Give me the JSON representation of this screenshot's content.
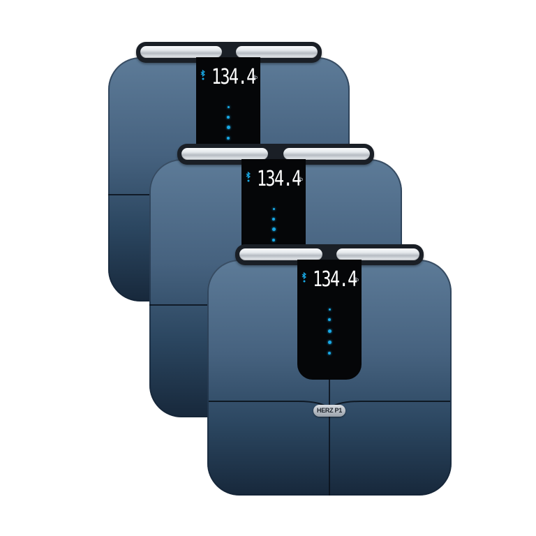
{
  "product": {
    "weight_reading": "134.4",
    "unit": "lb",
    "brand_label": "HERZ P1",
    "icon": "bluetooth-icon",
    "indicator_color": "#18a9e6",
    "body_color_top": "#5d7b98",
    "body_color_bottom": "#17283b"
  },
  "scales": [
    {
      "reading": "134.4",
      "unit": "lb"
    },
    {
      "reading": "134.4",
      "unit": "lb"
    },
    {
      "reading": "134.4",
      "unit": "lb",
      "label": "HERZ P1"
    }
  ]
}
